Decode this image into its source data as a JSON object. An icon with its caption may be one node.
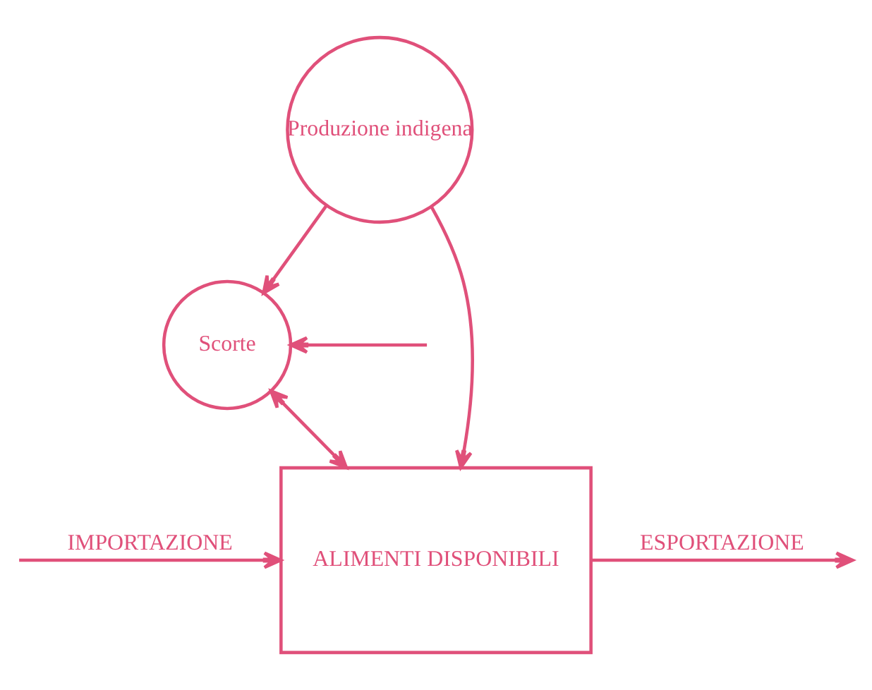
{
  "diagram": {
    "nodes": [
      {
        "text": [
          "Produzione indigena"
        ]
      },
      {
        "text": [
          "Scorte"
        ]
      },
      {
        "text": [
          "ALIMENTI DISPONIBILI"
        ]
      }
    ],
    "edges": [
      {
        "from": 0,
        "to": 1,
        "arrow": "to"
      },
      {
        "from": 0,
        "to": 2,
        "arrow": "to"
      },
      {
        "from": 1,
        "to": 2,
        "arrow": "both"
      },
      {
        "from": null,
        "to": 1,
        "arrow": "to"
      },
      {
        "from": null,
        "to": 2,
        "arrow": "to",
        "label": "IMPORTAZIONE"
      },
      {
        "from": 2,
        "to": null,
        "arrow": "to",
        "label": "ESPORTAZIONE"
      }
    ]
  }
}
